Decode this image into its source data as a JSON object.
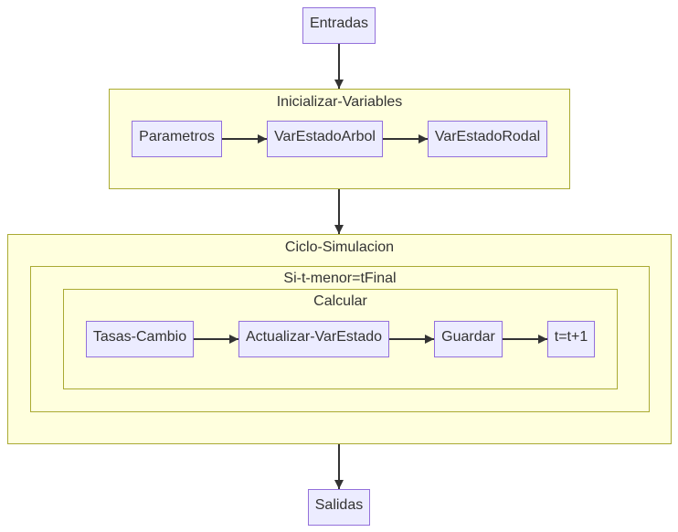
{
  "diagram": {
    "nodes": {
      "entradas": "Entradas",
      "parametros": "Parametros",
      "var_estado_arbol": "VarEstadoArbol",
      "var_estado_rodal": "VarEstadoRodal",
      "tasas_cambio": "Tasas-Cambio",
      "actualizar_var_estado": "Actualizar-VarEstado",
      "guardar": "Guardar",
      "t_incremento": "t=t+1",
      "salidas": "Salidas"
    },
    "clusters": {
      "inicializar_variables": "Inicializar-Variables",
      "ciclo_simulacion": "Ciclo-Simulacion",
      "si_t_menor_tfinal": "Si-t-menor=tFinal",
      "calcular": "Calcular"
    },
    "edges": [
      {
        "from": "entradas",
        "to": "inicializar_variables"
      },
      {
        "from": "parametros",
        "to": "var_estado_arbol"
      },
      {
        "from": "var_estado_arbol",
        "to": "var_estado_rodal"
      },
      {
        "from": "inicializar_variables",
        "to": "ciclo_simulacion"
      },
      {
        "from": "tasas_cambio",
        "to": "actualizar_var_estado"
      },
      {
        "from": "actualizar_var_estado",
        "to": "guardar"
      },
      {
        "from": "guardar",
        "to": "t_incremento"
      },
      {
        "from": "ciclo_simulacion",
        "to": "salidas"
      }
    ],
    "colors": {
      "node_fill": "#ececff",
      "node_stroke": "#9370db",
      "cluster_fill": "#ffffde",
      "cluster_stroke": "#aaaa33",
      "edge": "#333333"
    }
  }
}
